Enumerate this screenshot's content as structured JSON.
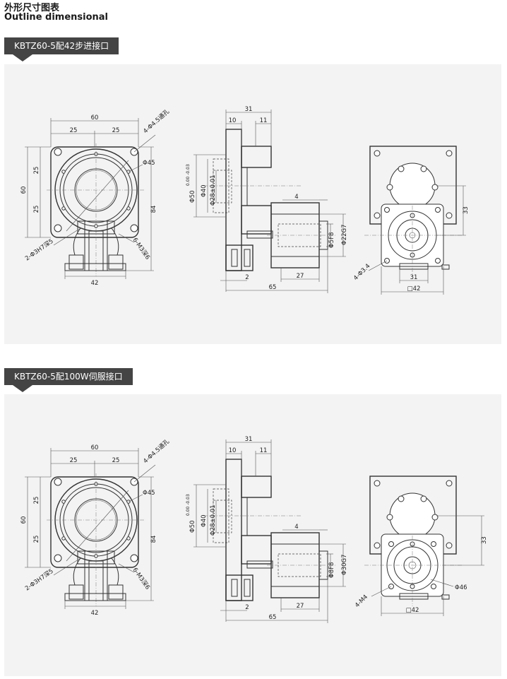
{
  "header": {
    "title_cn": "外形尺寸图表",
    "title_en": "Outline dimensional"
  },
  "sections": [
    {
      "tag": "KBTZ60-5配42步进接口",
      "front": {
        "w60": "60",
        "w25a": "25",
        "w25b": "25",
        "h60": "60",
        "h25a": "25",
        "h25b": "25",
        "h84": "84",
        "w42": "42",
        "hole": "4-Φ4.5通孔",
        "circle": "Φ45",
        "pin": "2-Φ3H7深5",
        "tap": "6-M3深6"
      },
      "side": {
        "d31": "31",
        "d10": "10",
        "d11": "11",
        "d4": "4",
        "d2": "2",
        "d27": "27",
        "d65": "65",
        "dia50": "Φ50",
        "tol50": "0.00 -0.03",
        "dia40": "Φ40",
        "dia28": "Φ28±0.01",
        "shaft1": "Φ5F8",
        "shaft2": "Φ22G7"
      },
      "back": {
        "d33": "33",
        "d31": "31",
        "sq42": "□42",
        "holes": "4-Φ3.4"
      }
    },
    {
      "tag": "KBTZ60-5配100W伺服接口",
      "front": {
        "w60": "60",
        "w25a": "25",
        "w25b": "25",
        "h60": "60",
        "h25a": "25",
        "h25b": "25",
        "h84": "84",
        "w42": "42",
        "hole": "4-Φ4.5通孔",
        "circle": "Φ45",
        "pin": "2-Φ3H7深5",
        "tap": "6-M3深6"
      },
      "side": {
        "d31": "31",
        "d10": "10",
        "d11": "11",
        "d4": "4",
        "d2": "2",
        "d27": "27",
        "d65": "65",
        "dia50": "Φ50",
        "tol50": "0.00 -0.03",
        "dia40": "Φ40",
        "dia28": "Φ28±0.01",
        "shaft1": "Φ8F8",
        "shaft2": "Φ30G7"
      },
      "back": {
        "d33": "33",
        "d46": "Φ46",
        "sq42": "□42",
        "holes": "4-M4"
      }
    }
  ]
}
